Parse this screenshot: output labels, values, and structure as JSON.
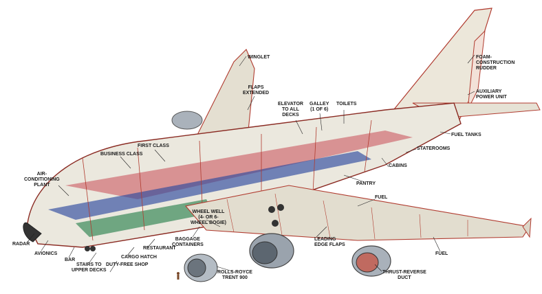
{
  "labels": {
    "winglet": "WINGLET",
    "flaps_extended": "FLAPS\nEXTENDED",
    "elevator": "ELEVATOR\nTO ALL\nDECKS",
    "galley": "GALLEY\n(1 OF 6)",
    "toilets": "TOILETS",
    "foam_rudder": "FOAM-\nCONSTRUCTION\nRUDDER",
    "apu": "AUXILIARY\nPOWER UNIT",
    "fuel_tanks": "FUEL TANKS",
    "staterooms": "STATEROOMS",
    "cabins": "CABINS",
    "first_class": "FIRST CLASS",
    "business_class": "BUSINESS CLASS",
    "air_conditioning": "AIR-\nCONDITIONING\nPLANT",
    "pantry": "PANTRY",
    "fuel_wing": "FUEL",
    "wheel_well": "WHEEL WELL\n(4- OR 6-\nWHEEL BOGIE)",
    "baggage": "BAGGAGE\nCONTAINERS",
    "leading_edge": "LEADING\nEDGE FLAPS",
    "fuel_tip": "FUEL",
    "radar": "RADAR",
    "avionics": "AVIONICS",
    "bar": "BAR",
    "stairs": "STAIRS TO\nUPPER DECKS",
    "duty_free": "DUTY-FREE SHOP",
    "cargo_hatch": "CARGO HATCH",
    "restaurant": "RESTAURANT",
    "rolls_royce": "ROLLS-ROYCE\nTRENT 900",
    "thrust_reverse": "THRUST-REVERSE\nDUCT"
  },
  "colors": {
    "fuselage": "#e9e6dc",
    "structure": "#c0392b",
    "upper_deck_seats": "#2e4a9e",
    "lower_deck": "#3a8a5a",
    "engine": "#9aa3ad"
  }
}
